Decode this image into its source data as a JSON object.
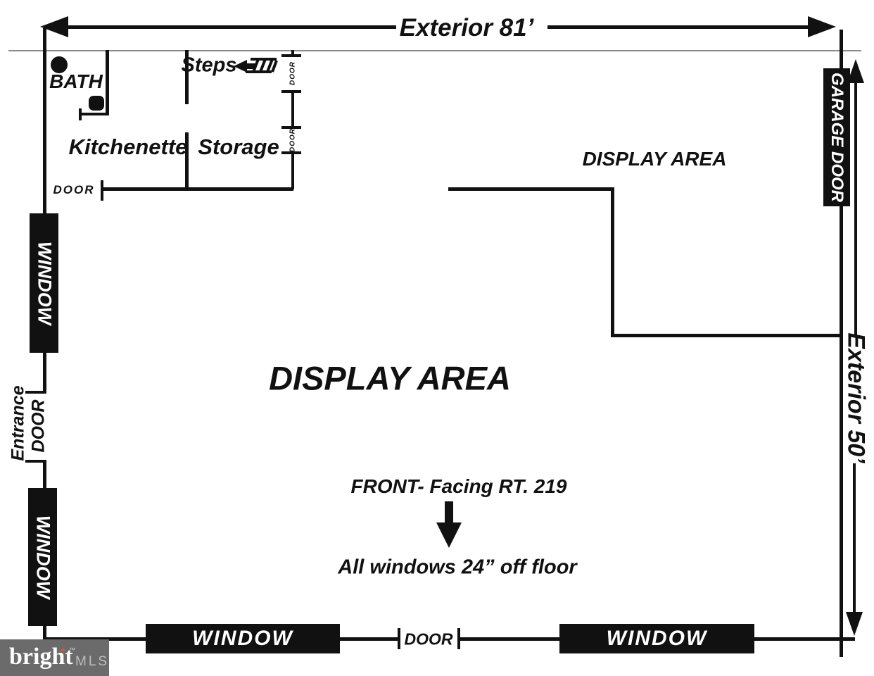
{
  "dimensions": {
    "top": "Exterior 81’",
    "right": "Exterior 50’"
  },
  "rooms": {
    "bath": "BATH",
    "kitchenette": "Kitchenette",
    "storage": "Storage",
    "steps": "Steps",
    "display_area_upper": "DISPLAY AREA",
    "display_area_main": "DISPLAY AREA"
  },
  "doors": {
    "entrance_line1": "Entrance",
    "entrance_line2": "DOOR",
    "garage": "GARAGE DOOR",
    "kitchenette": "DOOR",
    "storage_upper": "DOOR",
    "storage_lower": "DOOR",
    "front": "DOOR"
  },
  "windows": {
    "left_upper": "WINDOW",
    "left_lower": "WINDOW",
    "front_left": "WINDOW",
    "front_right": "WINDOW"
  },
  "notes": {
    "front_facing": "FRONT- Facing RT. 219",
    "windows_height": "All windows 24” off floor"
  },
  "logo": {
    "brand": "bright",
    "trademark": "™",
    "suffix": "MLS"
  },
  "colors": {
    "wall": "#111111",
    "logo_background": "#6b6b6b",
    "logo_star": "#d9572b",
    "logo_suffix": "#bdbdbd"
  }
}
